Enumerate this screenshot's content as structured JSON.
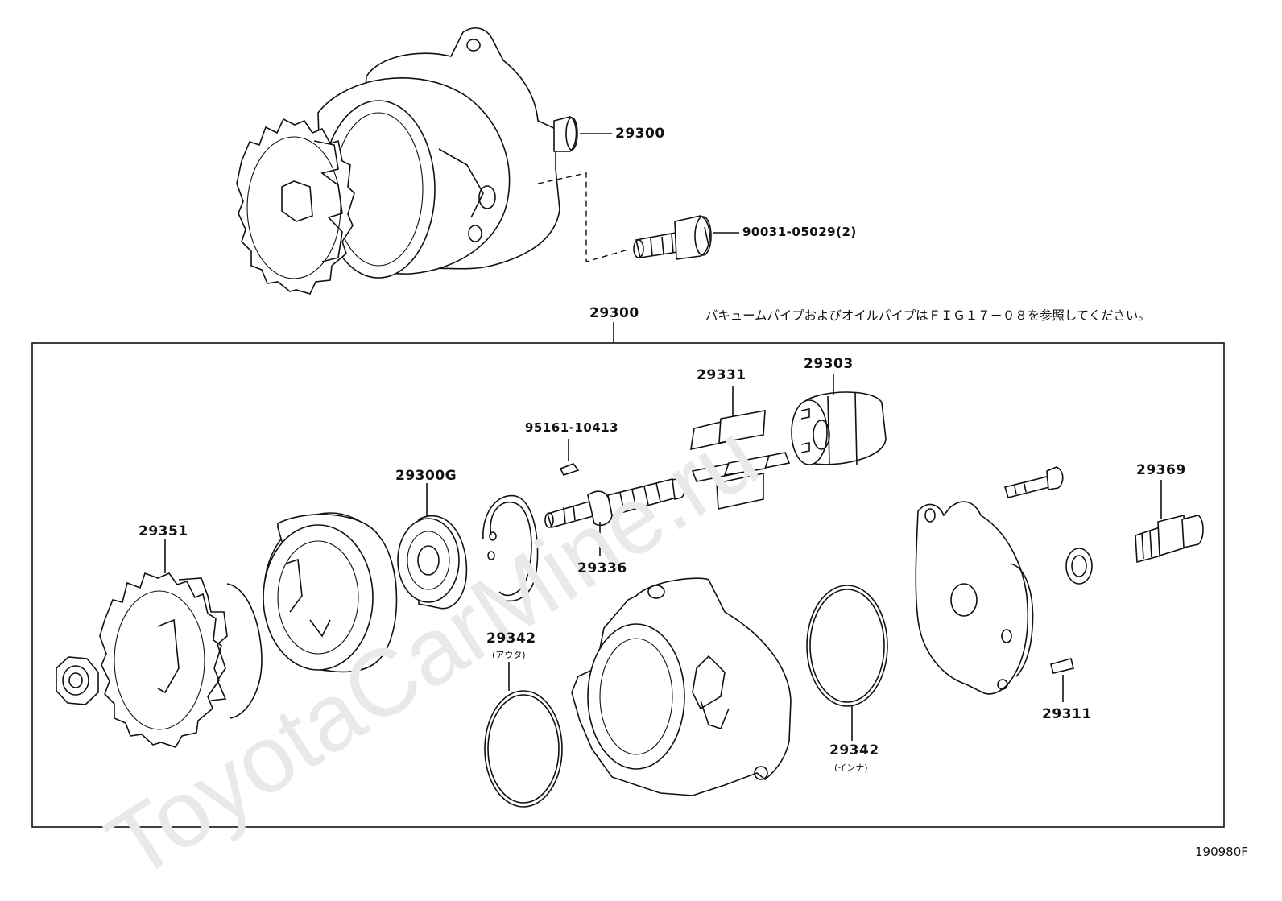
{
  "watermark": "ToyotaCarMine.ru",
  "note": "バキュームパイプおよびオイルパイプはＦＩＧ１７－０８を参照してください。",
  "figure_code": "190980F",
  "parts": {
    "p29300_top": "29300",
    "p90031": "90031-05029(2)",
    "p29300_box": "29300",
    "p29331": "29331",
    "p29303": "29303",
    "p95161": "95161-10413",
    "p29300G": "29300G",
    "p29369": "29369",
    "p29351": "29351",
    "p29336": "29336",
    "p29342_outer": "29342",
    "p29342_outer_sub": "(アウタ)",
    "p29342_inner": "29342",
    "p29342_inner_sub": "(インナ)",
    "p29311": "29311"
  }
}
